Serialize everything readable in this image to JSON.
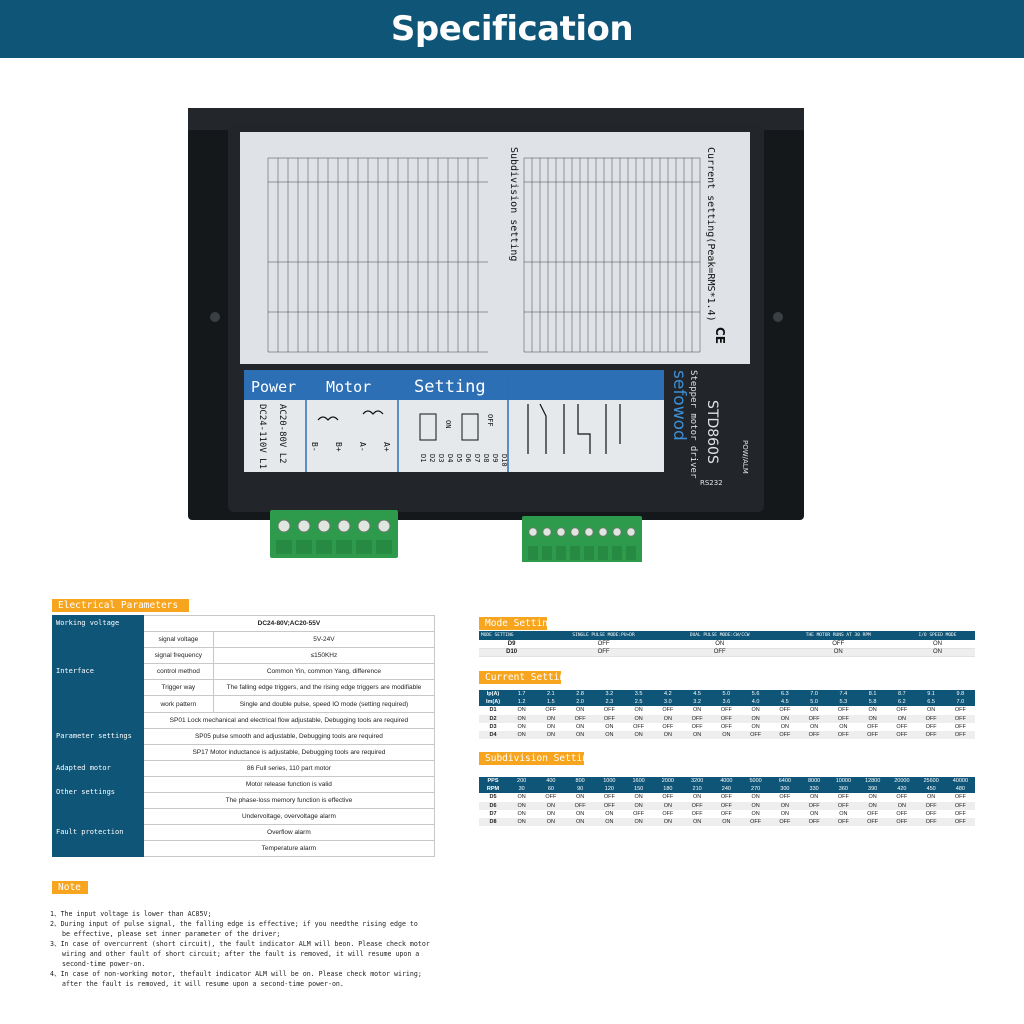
{
  "header": {
    "title": "Specification"
  },
  "product": {
    "brand": "sefowod",
    "subtitle": "Stepper motor driver",
    "model": "STD860S",
    "pow_alm": "POW/ALM",
    "rs232": "RS232",
    "ce": "CE",
    "current_title": "Current setting(Peak=RMS*1.4)",
    "subdivision_title": "Subdivision setting",
    "labels": {
      "power": "Power",
      "motor": "Motor",
      "setting": "Setting",
      "ac": "AC20-80V L2",
      "dc": "DC24-110V L1",
      "a_plus": "A+",
      "a_minus": "A-",
      "b_plus": "B+",
      "b_minus": "B-",
      "off": "OFF",
      "on": "ON",
      "dips": [
        "D10",
        "D9",
        "D8",
        "D7",
        "D6",
        "D5",
        "D4",
        "D3",
        "D2",
        "D1"
      ]
    },
    "colors": {
      "body": "#1e2226",
      "label": "#d8dde2",
      "blue": "#2d6fb5",
      "terminal": "#2e9a4b"
    }
  },
  "electrical": {
    "tag": "Electrical Parameters",
    "rows": {
      "working_voltage": {
        "label": "Working voltage",
        "value": "DC24-80V;AC20-55V"
      },
      "interface": {
        "label": "Interface",
        "items": [
          {
            "name": "signal voltage",
            "value": "5V-24V"
          },
          {
            "name": "signal frequency",
            "value": "≤150KHz"
          },
          {
            "name": "control method",
            "value": "Common Yin, common Yang, difference"
          },
          {
            "name": "Trigger way",
            "value": "The falling edge triggers, and the rising edge triggers are modifiable"
          },
          {
            "name": "work pattern",
            "value": "Single and double pulse, speed IO mode (setting required)"
          }
        ]
      },
      "parameter": {
        "label": "Parameter settings",
        "items": [
          "SP01 Lock mechanical and electrical flow adjustable,  Debugging tools are required",
          "SP05 pulse smooth and adjustable,  Debugging tools are required",
          "SP17 Motor inductance is adjustable,  Debugging tools are required"
        ]
      },
      "adapted": {
        "label": "Adapted motor",
        "value": "86 Full series, 110 part motor"
      },
      "other": {
        "label": "Other settings",
        "items": [
          "Motor release function is valid",
          "The phase-loss memory function is effective"
        ]
      },
      "fault": {
        "label": "Fault protection",
        "items": [
          "Undervoltage, overvoltage alarm",
          "Overflow alarm",
          "Temperature alarm"
        ]
      }
    }
  },
  "mode": {
    "tag": "Mode Setting",
    "headers": [
      "MODE SETTING",
      "SINGLE PULSE MODE:PU+DR",
      "DUAL PULSE MODE:CW/CCW",
      "THE MOTOR RUNS AT 30 RPM",
      "I/O SPEED MODE"
    ],
    "rows": [
      {
        "label": "D9",
        "values": [
          "OFF",
          "ON",
          "OFF",
          "ON"
        ]
      },
      {
        "label": "D10",
        "values": [
          "OFF",
          "OFF",
          "ON",
          "ON"
        ]
      }
    ]
  },
  "current": {
    "tag": "Current Setting",
    "rows": [
      {
        "label": "Ip(A)",
        "values": [
          "1.7",
          "2.1",
          "2.8",
          "3.2",
          "3.5",
          "4.2",
          "4.5",
          "5.0",
          "5.6",
          "6.3",
          "7.0",
          "7.4",
          "8.1",
          "8.7",
          "9.1",
          "9.8"
        ]
      },
      {
        "label": "Im(A)",
        "values": [
          "1.2",
          "1.5",
          "2.0",
          "2.3",
          "2.5",
          "3.0",
          "3.2",
          "3.6",
          "4.0",
          "4.5",
          "5.0",
          "5.3",
          "5.8",
          "6.2",
          "6.5",
          "7.0"
        ]
      },
      {
        "label": "D1",
        "values": [
          "ON",
          "OFF",
          "ON",
          "OFF",
          "ON",
          "OFF",
          "ON",
          "OFF",
          "ON",
          "OFF",
          "ON",
          "OFF",
          "ON",
          "OFF",
          "ON",
          "OFF"
        ]
      },
      {
        "label": "D2",
        "values": [
          "ON",
          "ON",
          "OFF",
          "OFF",
          "ON",
          "ON",
          "OFF",
          "OFF",
          "ON",
          "ON",
          "OFF",
          "OFF",
          "ON",
          "ON",
          "OFF",
          "OFF"
        ]
      },
      {
        "label": "D3",
        "values": [
          "ON",
          "ON",
          "ON",
          "ON",
          "OFF",
          "OFF",
          "OFF",
          "OFF",
          "ON",
          "ON",
          "ON",
          "ON",
          "OFF",
          "OFF",
          "OFF",
          "OFF"
        ]
      },
      {
        "label": "D4",
        "values": [
          "ON",
          "ON",
          "ON",
          "ON",
          "ON",
          "ON",
          "ON",
          "ON",
          "OFF",
          "OFF",
          "OFF",
          "OFF",
          "OFF",
          "OFF",
          "OFF",
          "OFF"
        ]
      }
    ]
  },
  "subdivision": {
    "tag": "Subdivision Settings",
    "rows": [
      {
        "label": "PPS",
        "values": [
          "200",
          "400",
          "800",
          "1000",
          "1600",
          "2000",
          "3200",
          "4000",
          "5000",
          "6400",
          "8000",
          "10000",
          "12800",
          "20000",
          "25600",
          "40000"
        ]
      },
      {
        "label": "RPM",
        "values": [
          "30",
          "60",
          "90",
          "120",
          "150",
          "180",
          "210",
          "240",
          "270",
          "300",
          "330",
          "360",
          "390",
          "420",
          "450",
          "480"
        ]
      },
      {
        "label": "D5",
        "values": [
          "ON",
          "OFF",
          "ON",
          "OFF",
          "ON",
          "OFF",
          "ON",
          "OFF",
          "ON",
          "OFF",
          "ON",
          "OFF",
          "ON",
          "OFF",
          "ON",
          "OFF"
        ]
      },
      {
        "label": "D6",
        "values": [
          "ON",
          "ON",
          "OFF",
          "OFF",
          "ON",
          "ON",
          "OFF",
          "OFF",
          "ON",
          "ON",
          "OFF",
          "OFF",
          "ON",
          "ON",
          "OFF",
          "OFF"
        ]
      },
      {
        "label": "D7",
        "values": [
          "ON",
          "ON",
          "ON",
          "ON",
          "OFF",
          "OFF",
          "OFF",
          "OFF",
          "ON",
          "ON",
          "ON",
          "ON",
          "OFF",
          "OFF",
          "OFF",
          "OFF"
        ]
      },
      {
        "label": "D8",
        "values": [
          "ON",
          "ON",
          "ON",
          "ON",
          "ON",
          "ON",
          "ON",
          "ON",
          "OFF",
          "OFF",
          "OFF",
          "OFF",
          "OFF",
          "OFF",
          "OFF",
          "OFF"
        ]
      }
    ]
  },
  "notes": {
    "tag": "Note",
    "items": [
      {
        "first": "1、The input voltage is lower than AC85V;",
        "cont": []
      },
      {
        "first": "2、During input of pulse signal, the falling edge is effective; if you needthe rising edge to",
        "cont": [
          "be effective, please set inner parameter of the driver;"
        ]
      },
      {
        "first": "3、In case of overcurrent (short circuit), the fault indicator ALM will beon. Please check motor",
        "cont": [
          "wiring and other fault of short circuit; after the fault is removed, it will resume upon a",
          "second-time power-on."
        ]
      },
      {
        "first": "4、In case of non-working motor, thefault indicator ALM will be on. Please check motor wiring;",
        "cont": [
          "after the fault is removed, it will resume upon a second-time power-on."
        ]
      }
    ]
  }
}
